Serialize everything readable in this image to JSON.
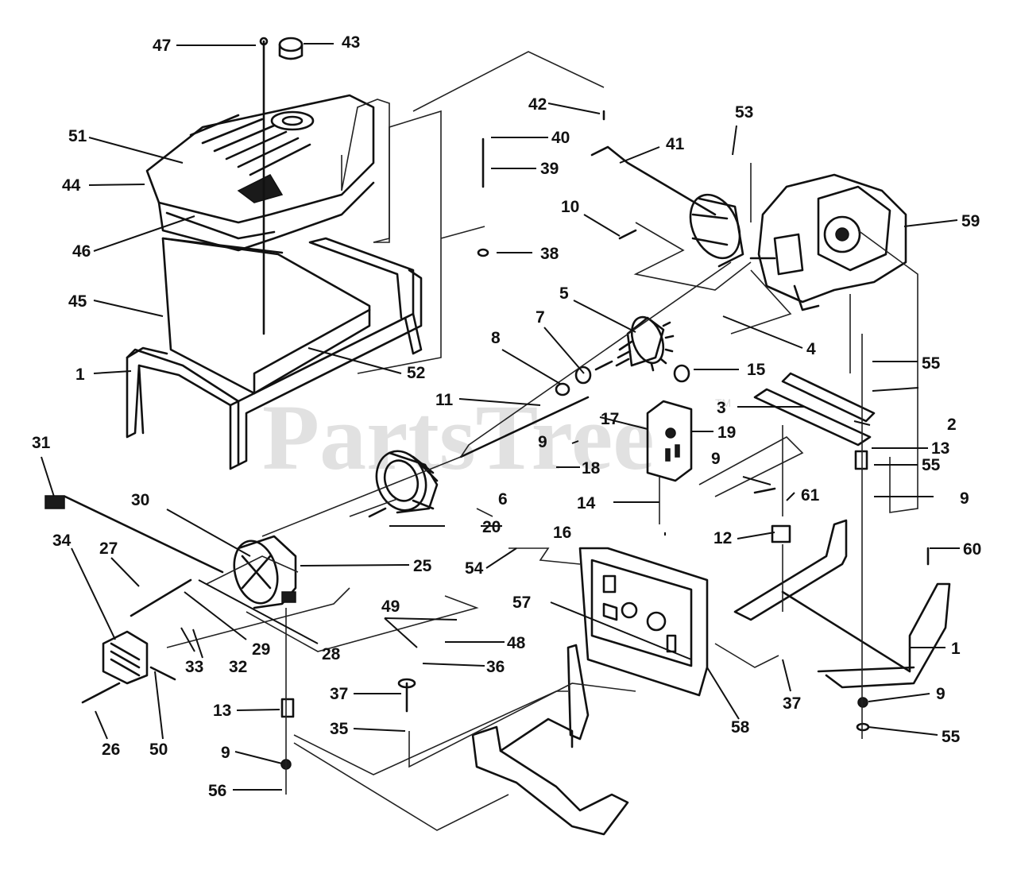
{
  "watermark": {
    "text": "PartsTree",
    "mark": "TM"
  },
  "callouts": [
    {
      "id": "c1",
      "num": "1"
    },
    {
      "id": "c1b",
      "num": "1"
    },
    {
      "id": "c2",
      "num": "2"
    },
    {
      "id": "c3",
      "num": "3"
    },
    {
      "id": "c4",
      "num": "4"
    },
    {
      "id": "c5",
      "num": "5"
    },
    {
      "id": "c6",
      "num": "6"
    },
    {
      "id": "c7",
      "num": "7"
    },
    {
      "id": "c8",
      "num": "8"
    },
    {
      "id": "c9a",
      "num": "9"
    },
    {
      "id": "c9b",
      "num": "9"
    },
    {
      "id": "c9c",
      "num": "9"
    },
    {
      "id": "c9d",
      "num": "9"
    },
    {
      "id": "c9e",
      "num": "9"
    },
    {
      "id": "c10",
      "num": "10"
    },
    {
      "id": "c11",
      "num": "11"
    },
    {
      "id": "c12",
      "num": "12"
    },
    {
      "id": "c13a",
      "num": "13"
    },
    {
      "id": "c13b",
      "num": "13"
    },
    {
      "id": "c14",
      "num": "14"
    },
    {
      "id": "c15",
      "num": "15"
    },
    {
      "id": "c16",
      "num": "16"
    },
    {
      "id": "c17",
      "num": "17"
    },
    {
      "id": "c18",
      "num": "18"
    },
    {
      "id": "c19",
      "num": "19"
    },
    {
      "id": "c20",
      "num": "20"
    },
    {
      "id": "c25",
      "num": "25"
    },
    {
      "id": "c26",
      "num": "26"
    },
    {
      "id": "c27",
      "num": "27"
    },
    {
      "id": "c28",
      "num": "28"
    },
    {
      "id": "c29",
      "num": "29"
    },
    {
      "id": "c30",
      "num": "30"
    },
    {
      "id": "c31",
      "num": "31"
    },
    {
      "id": "c32",
      "num": "32"
    },
    {
      "id": "c33",
      "num": "33"
    },
    {
      "id": "c34",
      "num": "34"
    },
    {
      "id": "c35",
      "num": "35"
    },
    {
      "id": "c36",
      "num": "36"
    },
    {
      "id": "c37a",
      "num": "37"
    },
    {
      "id": "c37b",
      "num": "37"
    },
    {
      "id": "c38",
      "num": "38"
    },
    {
      "id": "c39",
      "num": "39"
    },
    {
      "id": "c40",
      "num": "40"
    },
    {
      "id": "c41",
      "num": "41"
    },
    {
      "id": "c42",
      "num": "42"
    },
    {
      "id": "c43",
      "num": "43"
    },
    {
      "id": "c44",
      "num": "44"
    },
    {
      "id": "c45",
      "num": "45"
    },
    {
      "id": "c46",
      "num": "46"
    },
    {
      "id": "c47",
      "num": "47"
    },
    {
      "id": "c48",
      "num": "48"
    },
    {
      "id": "c49",
      "num": "49"
    },
    {
      "id": "c50",
      "num": "50"
    },
    {
      "id": "c51",
      "num": "51"
    },
    {
      "id": "c52",
      "num": "52"
    },
    {
      "id": "c53",
      "num": "53"
    },
    {
      "id": "c54",
      "num": "54"
    },
    {
      "id": "c55a",
      "num": "55"
    },
    {
      "id": "c55b",
      "num": "55"
    },
    {
      "id": "c55c",
      "num": "55"
    },
    {
      "id": "c56",
      "num": "56"
    },
    {
      "id": "c57",
      "num": "57"
    },
    {
      "id": "c58",
      "num": "58"
    },
    {
      "id": "c59",
      "num": "59"
    },
    {
      "id": "c60",
      "num": "60"
    },
    {
      "id": "c61",
      "num": "61"
    }
  ]
}
